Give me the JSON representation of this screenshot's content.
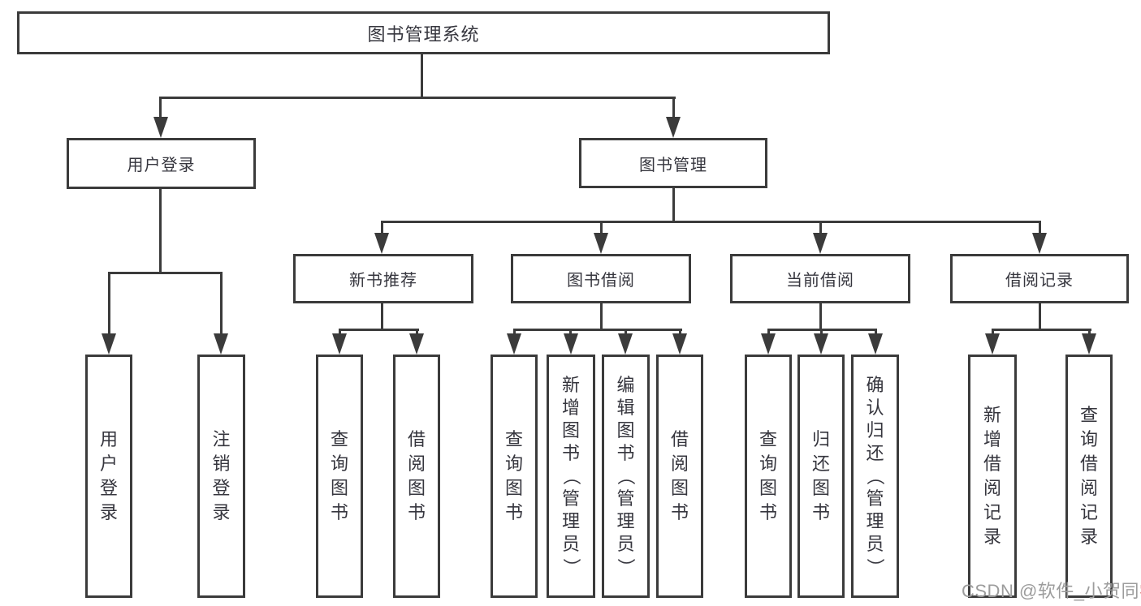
{
  "diagram": {
    "root": {
      "label": "图书管理系统"
    },
    "user_branch": {
      "label": "用户登录",
      "children": [
        "用户登录",
        "注销登录"
      ]
    },
    "book_branch": {
      "label": "图书管理",
      "modules": [
        {
          "label": "新书推荐",
          "children": [
            "查询图书",
            "借阅图书"
          ]
        },
        {
          "label": "图书借阅",
          "children": [
            "查询图书",
            "新增图书（管理员）",
            "编辑图书（管理员）",
            "借阅图书"
          ]
        },
        {
          "label": "当前借阅",
          "children": [
            "查询图书",
            "归还图书",
            "确认归还（管理员）"
          ]
        },
        {
          "label": "借阅记录",
          "children": [
            "新增借阅记录",
            "查询借阅记录"
          ]
        }
      ]
    }
  },
  "watermark": {
    "gray_text": "CSDN @软件_小贺同",
    "red_text": "学"
  },
  "colors": {
    "background": "#ffffff",
    "line": "#3b3b3b",
    "box_border": "#3b3b3b",
    "text": "#36363e",
    "watermark_gray": "#9c9c9c",
    "watermark_red": "#d4655e"
  }
}
